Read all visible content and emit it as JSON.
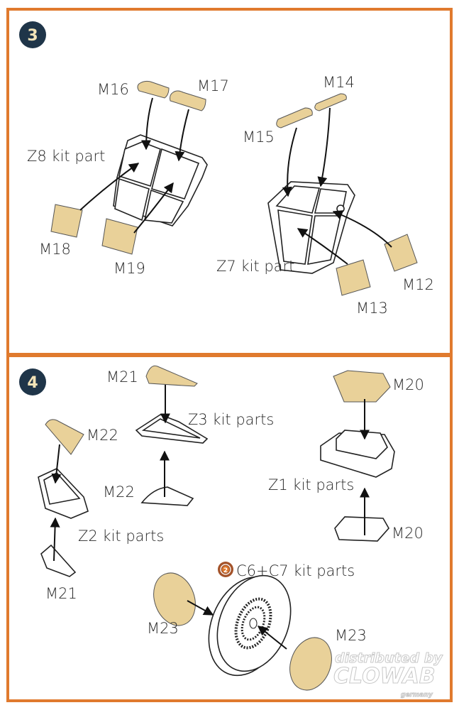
{
  "colors": {
    "border": "#e07a2e",
    "badge": "#1f3549",
    "badge_text": "#f3e4b8",
    "mask": "#e9d199"
  },
  "step3": {
    "number": "3",
    "labels": {
      "m16": "M16",
      "m17": "M17",
      "m14": "M14",
      "m15": "M15",
      "z8": "Z8 kit part",
      "m18": "M18",
      "m19": "M19",
      "z7": "Z7 kit part",
      "m12": "M12",
      "m13": "M13"
    }
  },
  "step4": {
    "number": "4",
    "labels": {
      "m21a": "M21",
      "z3": "Z3 kit parts",
      "m22a": "M22",
      "m22b": "M22",
      "z2": "Z2 kit parts",
      "m21b": "M21",
      "m20a": "M20",
      "z1": "Z1 kit parts",
      "m20b": "M20",
      "c6c7": "C6+C7 kit parts",
      "c6c7_icon_number": "2",
      "m23a": "M23",
      "m23b": "M23"
    }
  },
  "watermark": {
    "line1": "distributed by",
    "line2": "CLOWAB",
    "line3": "germany"
  }
}
